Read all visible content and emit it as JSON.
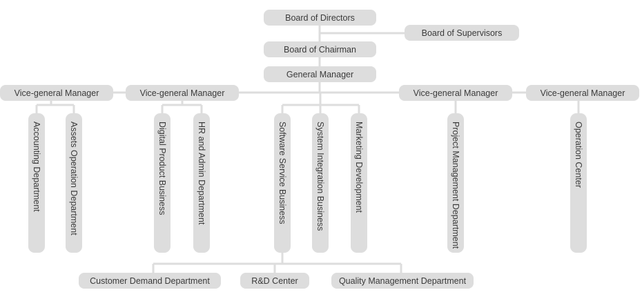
{
  "org": {
    "board_of_directors": "Board of Directors",
    "board_of_supervisors": "Board of Supervisors",
    "board_of_chairman": "Board of Chairman",
    "general_manager": "General Manager",
    "vice_managers": [
      "Vice-general Manager",
      "Vice-general Manager",
      "Vice-general Manager",
      "Vice-general Manager"
    ],
    "departments": [
      "Accounting Department",
      "Assets Operation Department",
      "Digital Product Business",
      "HR and Admin Department",
      "Software  Service Business",
      "System Integration Business",
      "Marketing Development",
      "Project Management Department",
      "Operation Center"
    ],
    "sub_units": [
      "Customer Demand Department",
      "R&D Center",
      "Quality Management Department"
    ]
  },
  "colors": {
    "box": "#dddddd",
    "line": "#dddddd",
    "text": "#3a3a3a"
  }
}
